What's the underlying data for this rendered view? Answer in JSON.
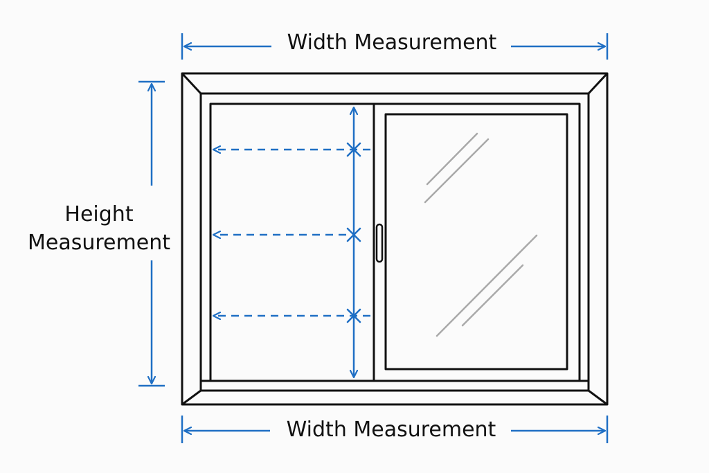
{
  "labels": {
    "width_top": "Width Measurement",
    "width_bottom": "Width Measurement",
    "height_line1": "Height",
    "height_line2": "Measurement"
  },
  "colors": {
    "frame": "#111111",
    "measure": "#1f6fc4",
    "glass_glare": "#a9a9a9",
    "background": "#fbfbfb"
  },
  "icons": {
    "measure_marks": "x-mark-icon",
    "arrow": "arrow-icon",
    "handle": "handle-icon"
  }
}
